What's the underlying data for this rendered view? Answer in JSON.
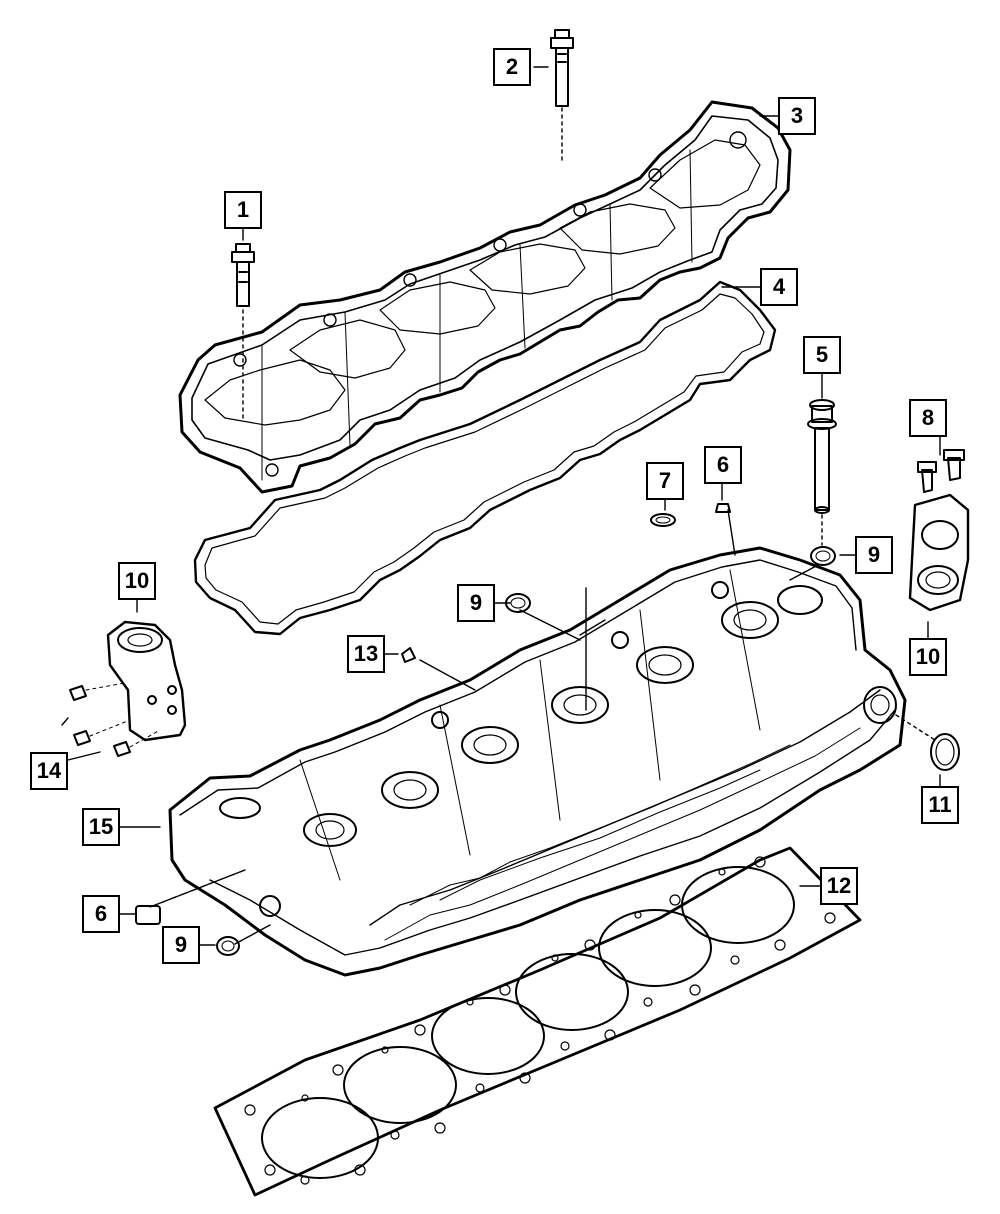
{
  "diagram": {
    "callouts": [
      {
        "id": "c1",
        "label": "1"
      },
      {
        "id": "c2",
        "label": "2"
      },
      {
        "id": "c3",
        "label": "3"
      },
      {
        "id": "c4",
        "label": "4"
      },
      {
        "id": "c5",
        "label": "5"
      },
      {
        "id": "c6a",
        "label": "6"
      },
      {
        "id": "c7",
        "label": "7"
      },
      {
        "id": "c8",
        "label": "8"
      },
      {
        "id": "c9a",
        "label": "9"
      },
      {
        "id": "c9b",
        "label": "9"
      },
      {
        "id": "c10a",
        "label": "10"
      },
      {
        "id": "c10b",
        "label": "10"
      },
      {
        "id": "c13",
        "label": "13"
      },
      {
        "id": "c14",
        "label": "14"
      },
      {
        "id": "c11",
        "label": "11"
      },
      {
        "id": "c15",
        "label": "15"
      },
      {
        "id": "c6b",
        "label": "6"
      },
      {
        "id": "c12",
        "label": "12"
      },
      {
        "id": "c9c",
        "label": "9"
      }
    ]
  }
}
